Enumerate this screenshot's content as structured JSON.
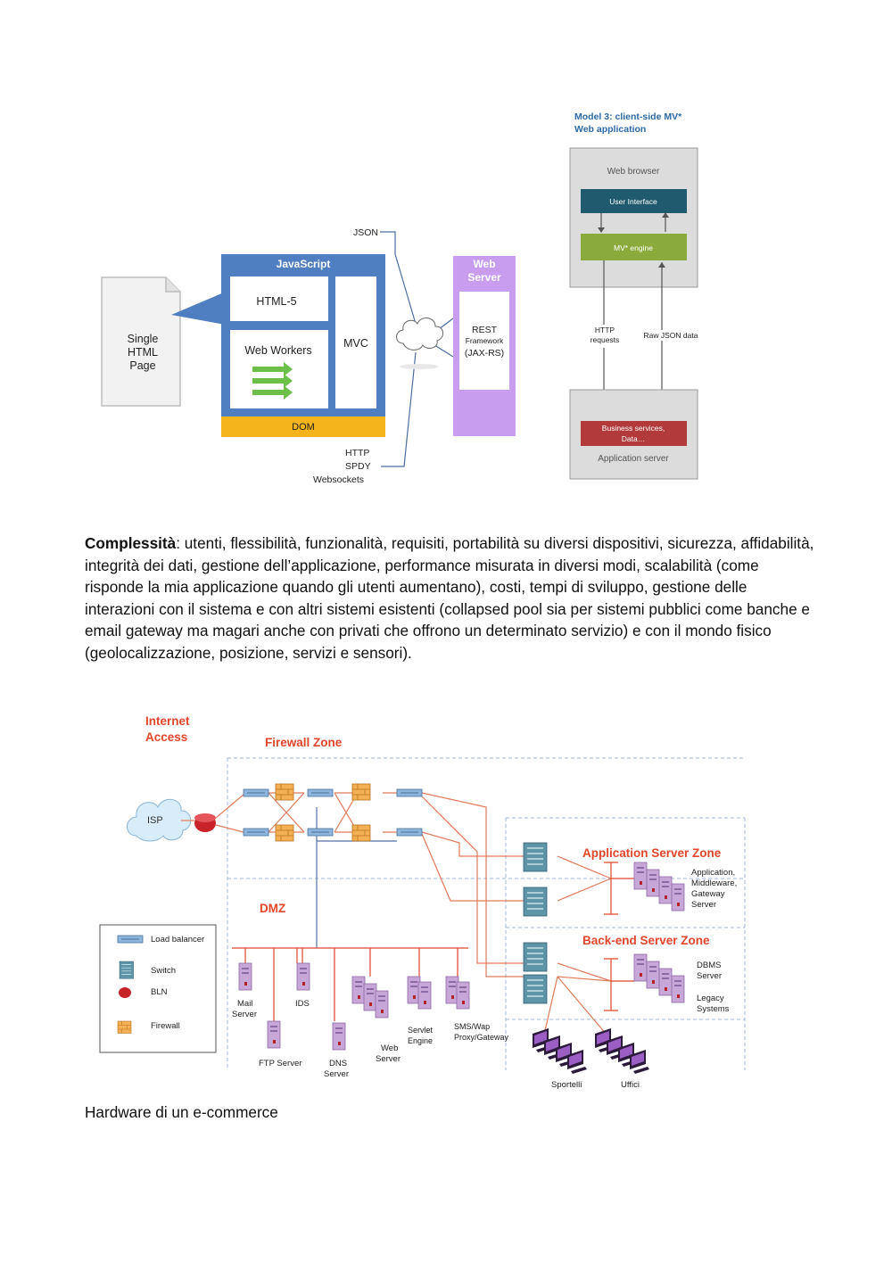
{
  "figure1": {
    "page_label": "Single HTML Page",
    "page_lines": [
      "Single",
      "HTML",
      "Page"
    ],
    "js_title": "JavaScript",
    "html5": "HTML-5",
    "web_workers": "Web Workers",
    "mvc": "MVC",
    "dom": "DOM",
    "json_label": "JSON",
    "protocols": [
      "HTTP",
      "SPDY",
      "Websockets"
    ],
    "server_title_lines": [
      "Web",
      "Server"
    ],
    "rest_lines": [
      "REST",
      "Framework",
      "(JAX-RS)"
    ]
  },
  "figure2": {
    "title_lines": [
      "Model 3: client-side MV*",
      "Web application"
    ],
    "web_browser": "Web browser",
    "user_interface": "User Interface",
    "mv_engine": "MV* engine",
    "http_requests_lines": [
      "HTTP",
      "requests"
    ],
    "raw_json": "Raw JSON data",
    "business_lines": [
      "Business services,",
      "Data…"
    ],
    "app_server": "Application server"
  },
  "paragraph": {
    "bold": "Complessità",
    "text": ": utenti, flessibilità, funzionalità, requisiti, portabilità su diversi dispositivi, sicurezza, affidabilità, integrità dei dati, gestione dell’applicazione, performance misurata in diversi modi, scalabilità (come risponde la mia applicazione quando gli utenti aumentano), costi, tempi di sviluppo, gestione delle interazioni con il sistema e con altri sistemi esistenti (collapsed pool sia per sistemi pubblici come banche e email gateway ma magari anche con privati che offrono un determinato servizio) e con il mondo fisico (geolocalizzazione, posizione, servizi e sensori)."
  },
  "network": {
    "internet_access_lines": [
      "Internet",
      "Access"
    ],
    "firewall_zone": "Firewall Zone",
    "isp": "ISP",
    "dmz": "DMZ",
    "app_server_zone": "Application Server Zone",
    "backend_zone": "Back-end Server Zone",
    "app_desc_lines": [
      "Application,",
      "Middleware,",
      "Gateway",
      "Server"
    ],
    "dbms_lines": [
      "DBMS",
      "Server"
    ],
    "legacy_lines": [
      "Legacy",
      "Systems"
    ],
    "legend": [
      "Load balancer",
      "Switch",
      "BLN",
      "Firewall"
    ],
    "mail_lines": [
      "Mail",
      "Server"
    ],
    "ids": "IDS",
    "ftp": "FTP Server",
    "dns_lines": [
      "DNS",
      "Server"
    ],
    "web_lines": [
      "Web",
      "Server"
    ],
    "servlet_lines": [
      "Servlet",
      "Engine"
    ],
    "sms_lines": [
      "SMS/Wap",
      "Proxy/Gateway"
    ],
    "sportelli": "Sportelli",
    "uffici": "Uffici"
  },
  "caption": "Hardware di un e-commerce",
  "colors": {
    "js_blue": "#4f7fc1",
    "dom_yellow": "#f5b41c",
    "server_purple": "#c89df0",
    "model_blue": "#2d6aa6",
    "ui_teal": "#1f5a6e",
    "engine_green": "#8aab3c",
    "business_red": "#b23a3a",
    "zone_red": "#e0462a",
    "server_lilac": "#c7a6d8"
  }
}
